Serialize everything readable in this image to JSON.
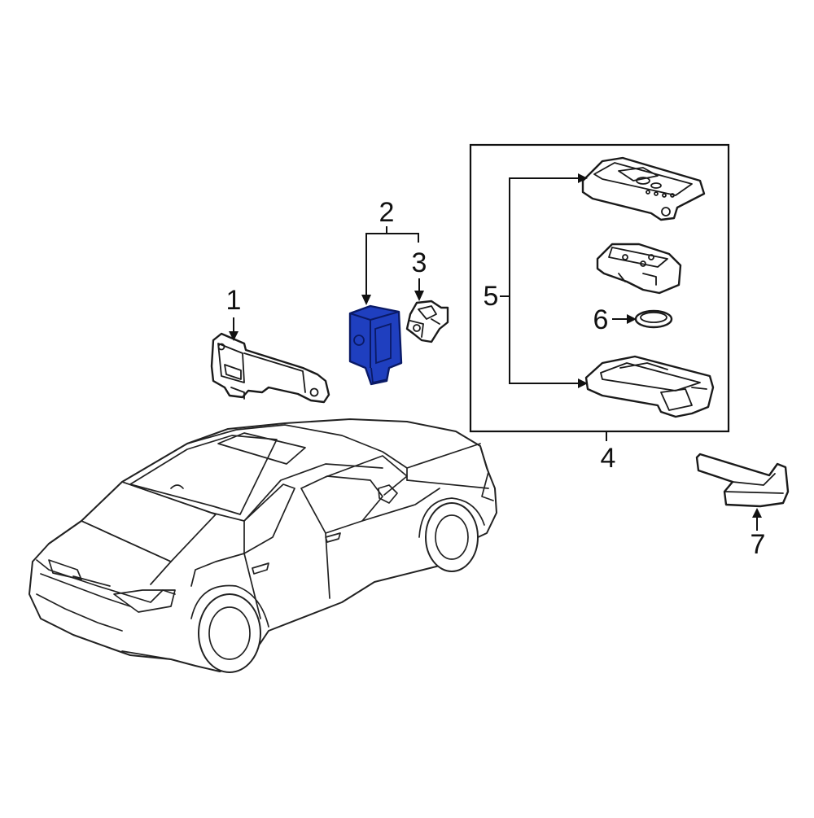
{
  "diagram": {
    "colors": {
      "highlight_fill": "#1f3fbf",
      "highlight_stroke": "#0a1a66",
      "line": "#111111",
      "background": "#ffffff"
    },
    "callouts": [
      {
        "id": "1",
        "label": "1"
      },
      {
        "id": "2",
        "label": "2"
      },
      {
        "id": "3",
        "label": "3"
      },
      {
        "id": "4",
        "label": "4"
      },
      {
        "id": "5",
        "label": "5"
      },
      {
        "id": "6",
        "label": "6"
      },
      {
        "id": "7",
        "label": "7"
      }
    ],
    "highlighted_part": "2"
  }
}
